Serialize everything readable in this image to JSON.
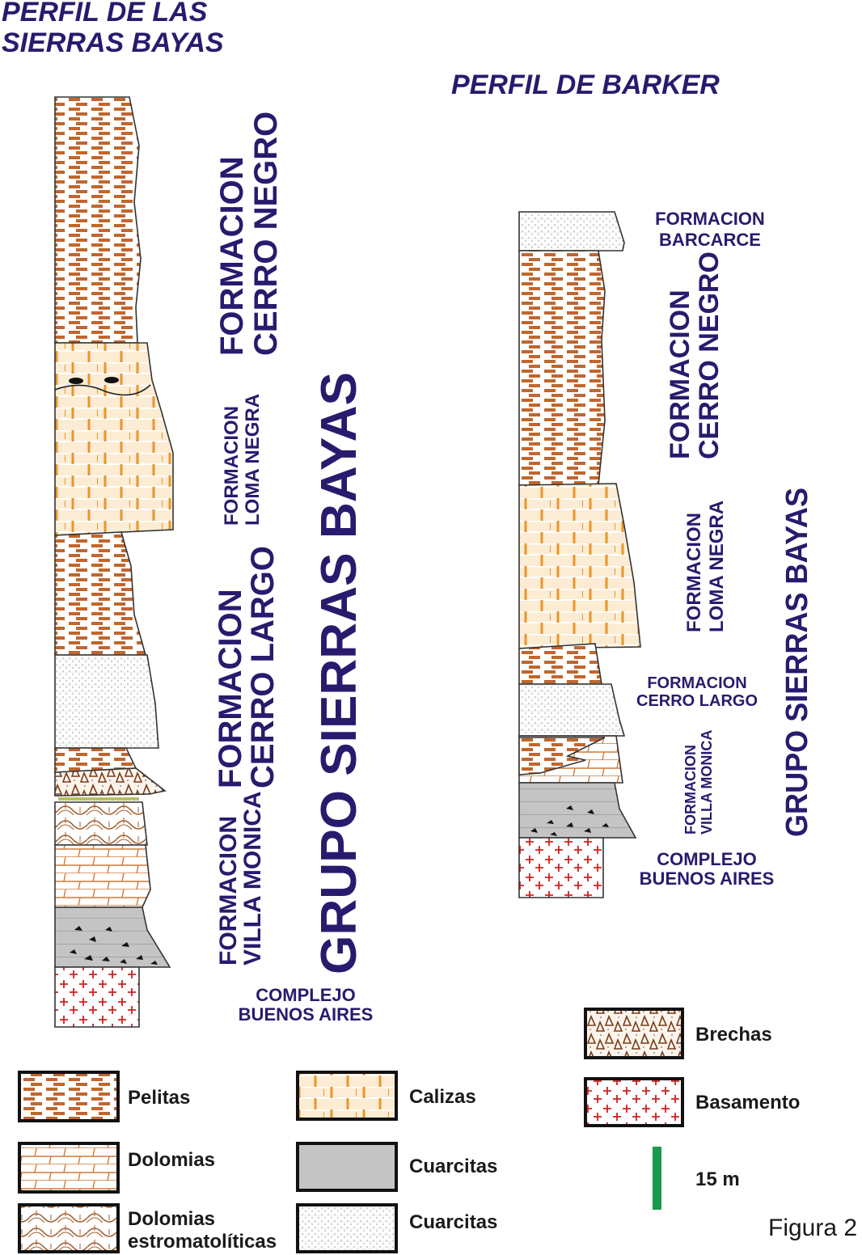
{
  "titles": {
    "left_line1": "PERFIL DE LAS",
    "left_line2": "SIERRAS BAYAS",
    "right": "PERFIL DE BARKER"
  },
  "left_column": {
    "fm_cerro_negro_1": "FORMACION",
    "fm_cerro_negro_2": "CERRO NEGRO",
    "fm_loma_negra_1": "FORMACION",
    "fm_loma_negra_2": "LOMA NEGRA",
    "fm_cerro_largo_1": "FORMACION",
    "fm_cerro_largo_2": "CERRO LARGO",
    "fm_villa_monica_1": "FORMACION",
    "fm_villa_monica_2": "VILLA MONICA",
    "grupo": "GRUPO SIERRAS BAYAS",
    "complejo_1": "COMPLEJO",
    "complejo_2": "BUENOS AIRES"
  },
  "right_column": {
    "fm_barcarce_1": "FORMACION",
    "fm_barcarce_2": "BARCARCE",
    "fm_cerro_negro_1": "FORMACION",
    "fm_cerro_negro_2": "CERRO NEGRO",
    "fm_loma_negra_1": "FORMACION",
    "fm_loma_negra_2": "LOMA NEGRA",
    "fm_cerro_largo_1": "FORMACION",
    "fm_cerro_largo_2": "CERRO LARGO",
    "fm_villa_monica_1": "FORMACION",
    "fm_villa_monica_2": "VILLA MONICA",
    "grupo": "GRUPO SIERRAS BAYAS",
    "complejo_1": "COMPLEJO",
    "complejo_2": "BUENOS AIRES"
  },
  "legend": {
    "pelitas": "Pelitas",
    "dolomias": "Dolomias",
    "dolomias_estro_1": "Dolomias",
    "dolomias_estro_2": "estromatolíticas",
    "calizas": "Calizas",
    "cuarcitas_1": "Cuarcitas",
    "cuarcitas_2": "Cuarcitas",
    "brechas": "Brechas",
    "basamento": "Basamento",
    "scale": "15 m"
  },
  "figure_label": "Figura 2",
  "colors": {
    "title": "#2a1a6e",
    "pelita": "#c0662e",
    "caliza_fill": "#fcecd4",
    "caliza_line": "#e8962a",
    "cuarcita_dark": "#c4c4c4",
    "basement": "#d02020",
    "scale_bar": "#1a9a4a"
  }
}
